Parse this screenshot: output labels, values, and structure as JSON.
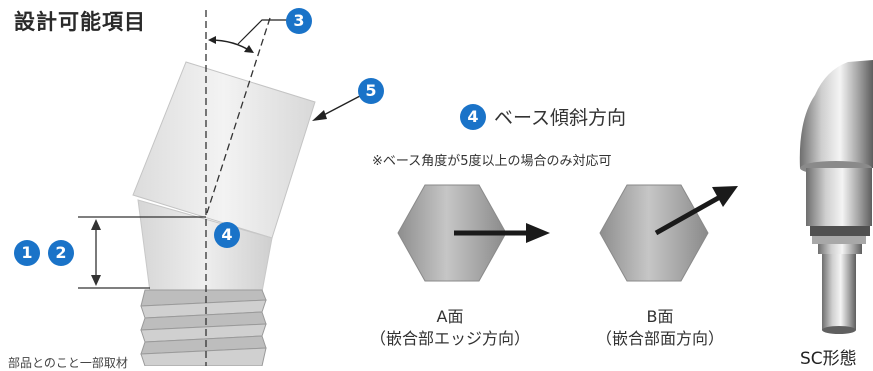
{
  "title": "設計可能項目",
  "callouts": {
    "one": "1",
    "two": "2",
    "three": "3",
    "four": "4",
    "five": "5"
  },
  "direction_section": {
    "number": "4",
    "heading": "ベース傾斜方向",
    "note": "※ベース角度が5度以上の場合のみ対応可",
    "face_a": {
      "name": "A面",
      "detail": "（嵌合部エッジ方向）"
    },
    "face_b": {
      "name": "B面",
      "detail": "（嵌合部面方向）"
    }
  },
  "product_label": "SC形態",
  "bottom_text": "部品とのこと一部取材",
  "colors": {
    "accent": "#1a73c8",
    "arrow": "#1a1a1a"
  }
}
